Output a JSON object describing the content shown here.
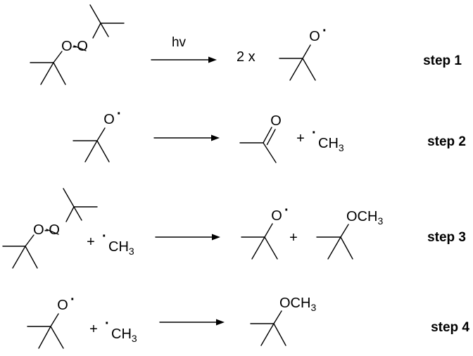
{
  "title": "",
  "steps": [
    {
      "label": "step 1",
      "condition": "hv",
      "reactants": [
        {
          "kind": "peroxide",
          "text": "O-O"
        }
      ],
      "products": [
        {
          "kind": "coefficient",
          "text": "2 x"
        },
        {
          "kind": "tert-butoxy-radical",
          "text": "O"
        }
      ]
    },
    {
      "label": "step 2",
      "condition": "",
      "reactants": [
        {
          "kind": "tert-butoxy-radical",
          "text": "O"
        }
      ],
      "products": [
        {
          "kind": "acetone",
          "text": "O"
        },
        {
          "kind": "plus",
          "text": "+"
        },
        {
          "kind": "methyl-radical",
          "text": "CH",
          "sub": "3"
        }
      ]
    },
    {
      "label": "step 3",
      "condition": "",
      "reactants": [
        {
          "kind": "peroxide",
          "text": "O-O"
        },
        {
          "kind": "plus",
          "text": "+"
        },
        {
          "kind": "methyl-radical",
          "text": "CH",
          "sub": "3"
        }
      ],
      "products": [
        {
          "kind": "tert-butoxy-radical",
          "text": "O"
        },
        {
          "kind": "plus",
          "text": "+"
        },
        {
          "kind": "methyl-ether",
          "text": "OCH",
          "sub": "3"
        }
      ]
    },
    {
      "label": "step 4",
      "condition": "",
      "reactants": [
        {
          "kind": "tert-butoxy-radical",
          "text": "O"
        },
        {
          "kind": "plus",
          "text": "+"
        },
        {
          "kind": "methyl-radical",
          "text": "CH",
          "sub": "3"
        }
      ],
      "products": [
        {
          "kind": "methyl-ether",
          "text": "OCH",
          "sub": "3"
        }
      ]
    }
  ],
  "radical_dot": "·"
}
